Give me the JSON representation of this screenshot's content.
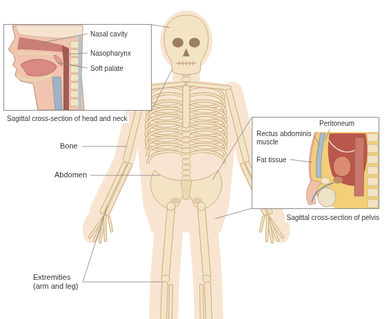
{
  "diagram": {
    "nodes": [
      {
        "text": [
          "Nasal cavity",
          "Nasopharynx",
          "Soft palate",
          "Sagittal cross-section of head and neck"
        ]
      },
      {
        "text": [
          "Peritoneum",
          "Rectus abdominis muscle",
          "Fat tissue",
          "Sagittal cross-section of pelvis"
        ]
      }
    ],
    "labels": [
      "Bone",
      "Abdomen",
      "Extremities (arm and leg)"
    ]
  }
}
